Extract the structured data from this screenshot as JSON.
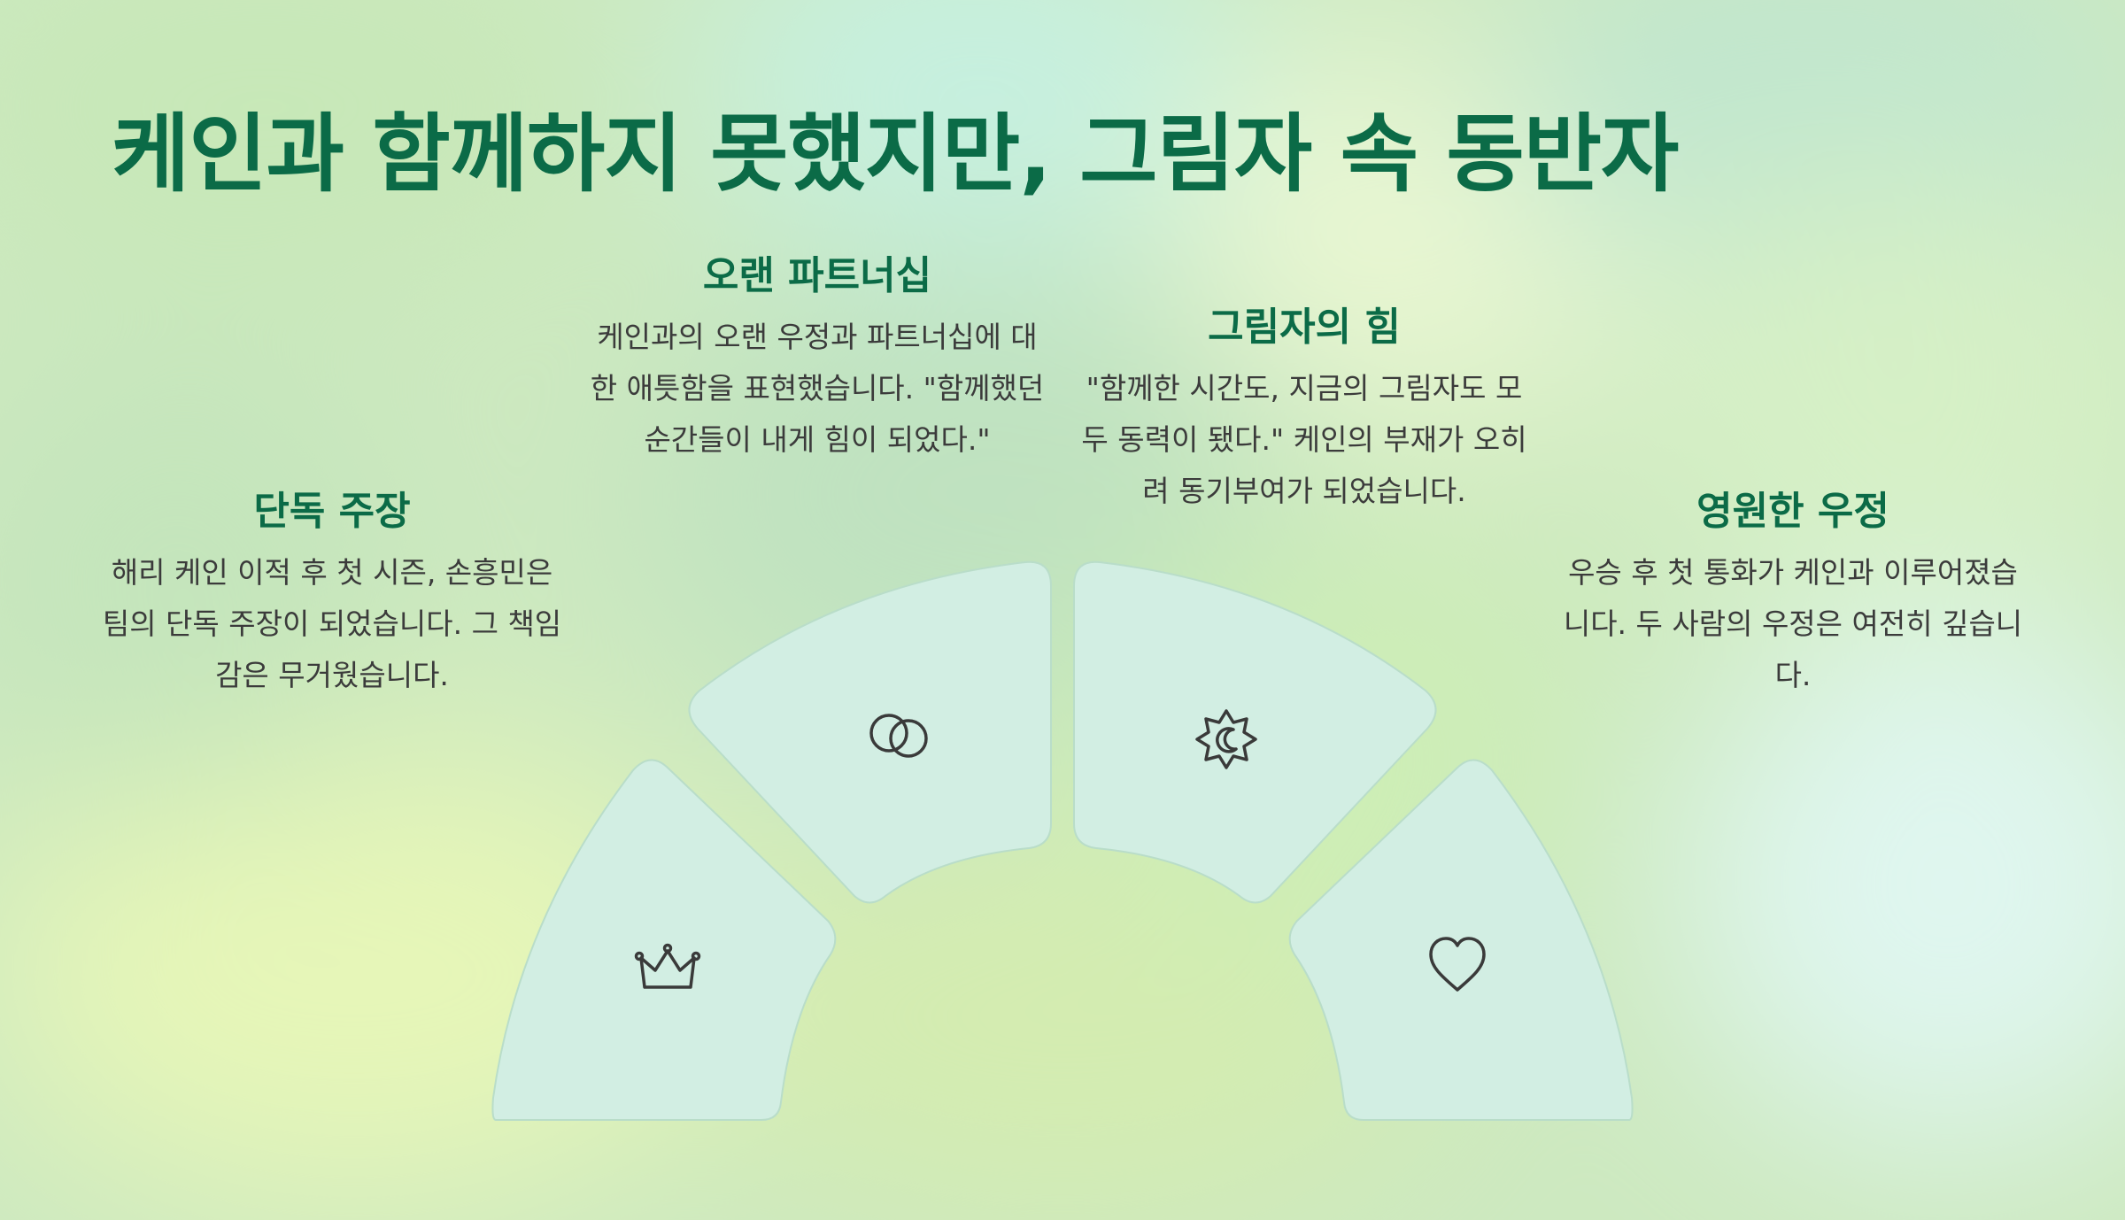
{
  "title": "케인과 함께하지 못했지만, 그림자 속 동반자",
  "items": [
    {
      "title": "단독 주장",
      "desc": "해리 케인 이적 후 첫 시즌, 손흥민은 팀의 단독 주장이 되었습니다. 그 책임감은 무거웠습니다.",
      "icon": "crown-icon"
    },
    {
      "title": "오랜 파트너십",
      "desc": "케인과의 오랜 우정과 파트너십에 대한 애틋함을 표현했습니다. \"함께했던 순간들이 내게 힘이 되었다.\"",
      "icon": "interlocking-circles-icon"
    },
    {
      "title": "그림자의 힘",
      "desc": "\"함께한 시간도, 지금의 그림자도 모두 동력이 됐다.\" 케인의 부재가 오히려 동기부여가 되었습니다.",
      "icon": "moon-star-badge-icon"
    },
    {
      "title": "영원한 우정",
      "desc": "우승 후 첫 통화가 케인과 이루어졌습니다. 두 사람의 우정은 여전히 깊습니다.",
      "icon": "heart-icon"
    }
  ],
  "colors": {
    "accent": "#0b6b47",
    "text": "#3b3b3b",
    "segment_fill": "#d2eee3",
    "background": "#cde9c0"
  }
}
